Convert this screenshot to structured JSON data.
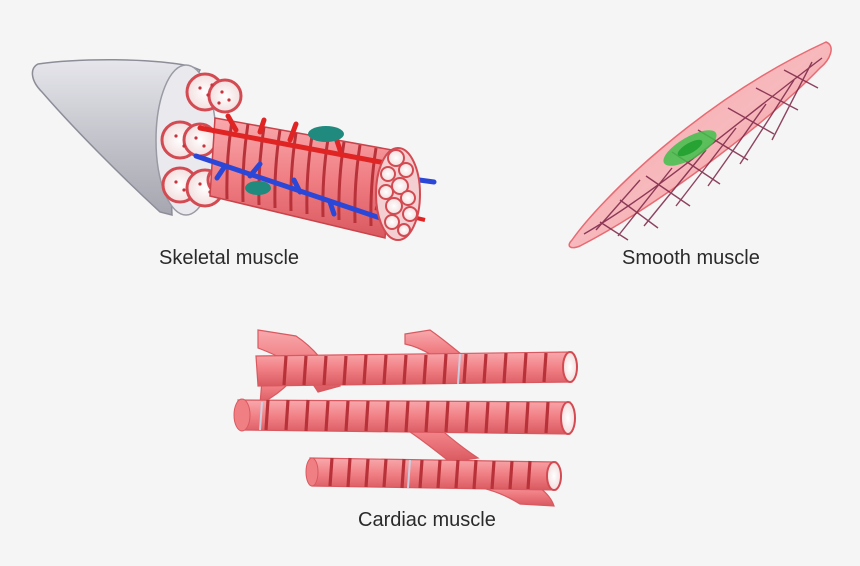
{
  "labels": {
    "skeletal": "Skeletal muscle",
    "smooth": "Smooth muscle",
    "cardiac": "Cardiac muscle"
  },
  "colors": {
    "background": "#f5f5f5",
    "muscle_fill": "#f07f84",
    "muscle_light": "#f8b8bb",
    "muscle_dark": "#c9434b",
    "striation": "#b8323a",
    "sheath_gray": "#c9c9d1",
    "artery_red": "#e02424",
    "vein_blue": "#2b47d8",
    "nucleus_teal": "#1f8a7d",
    "smooth_nucleus_green": "#3fbf4a",
    "smooth_mesh": "#7b2446",
    "label_text": "#2a2a2a"
  },
  "icons": {
    "skeletal": "skeletal-muscle-illustration",
    "smooth": "smooth-muscle-cell-illustration",
    "cardiac": "cardiac-muscle-illustration"
  }
}
